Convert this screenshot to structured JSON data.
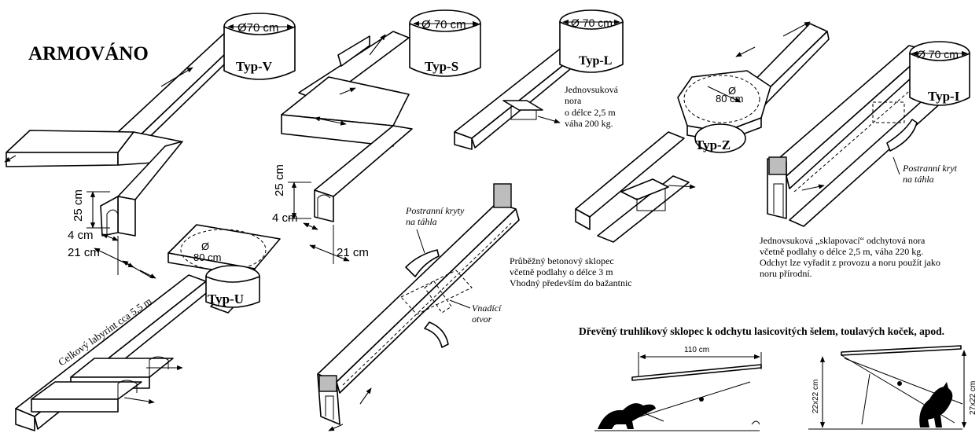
{
  "title": "ARMOVÁNO",
  "types": {
    "v": {
      "label": "Typ-V",
      "diameter": "Ø70 cm"
    },
    "s": {
      "label": "Typ-S",
      "diameter": "Ø 70 cm"
    },
    "l": {
      "label": "Typ-L",
      "diameter": "Ø 70 cm"
    },
    "z": {
      "label": "Typ-Z",
      "diameter_symbol": "Ø",
      "diameter": "80 cm"
    },
    "i": {
      "label": "Typ-I",
      "diameter": "Ø 70 cm"
    },
    "u": {
      "label": "Typ-U",
      "diameter_symbol": "Ø",
      "diameter": "80 cm"
    }
  },
  "dimensions": {
    "height": "25 cm",
    "wall": "4 cm",
    "width": "21 cm",
    "trap_length": "110 cm",
    "trap_height_left": "22x22 cm",
    "trap_height_right": "27x22 cm"
  },
  "labyrinth_text": "Celkový labyrint cca 5,5 m",
  "typ_l_desc": [
    "Jednovsuková",
    "nora",
    "o délce 2,5 m",
    "váha 200 kg."
  ],
  "side_covers_label": [
    "Postranní kryty",
    "na táhla"
  ],
  "side_cover_label": [
    "Postranní kryt",
    "na táhla"
  ],
  "lure_label": [
    "Vnadící",
    "otvor"
  ],
  "concrete_trap_desc": [
    "Průběžný betonový sklopec",
    "včetně podlahy o délce 3 m",
    "Vhodný především do bažantnic"
  ],
  "folding_trap_desc": [
    "Jednovsuková „sklapovací“ odchytová nora",
    "včetně podlahy o délce 2,5 m, váha 220 kg.",
    "Odchyt lze vyřadit z provozu a noru použít jako",
    "noru přírodní."
  ],
  "wooden_trap_title": "Dřevěný truhlíkový sklopec k odchytu lasicovitých šelem, toulavých koček, apod."
}
